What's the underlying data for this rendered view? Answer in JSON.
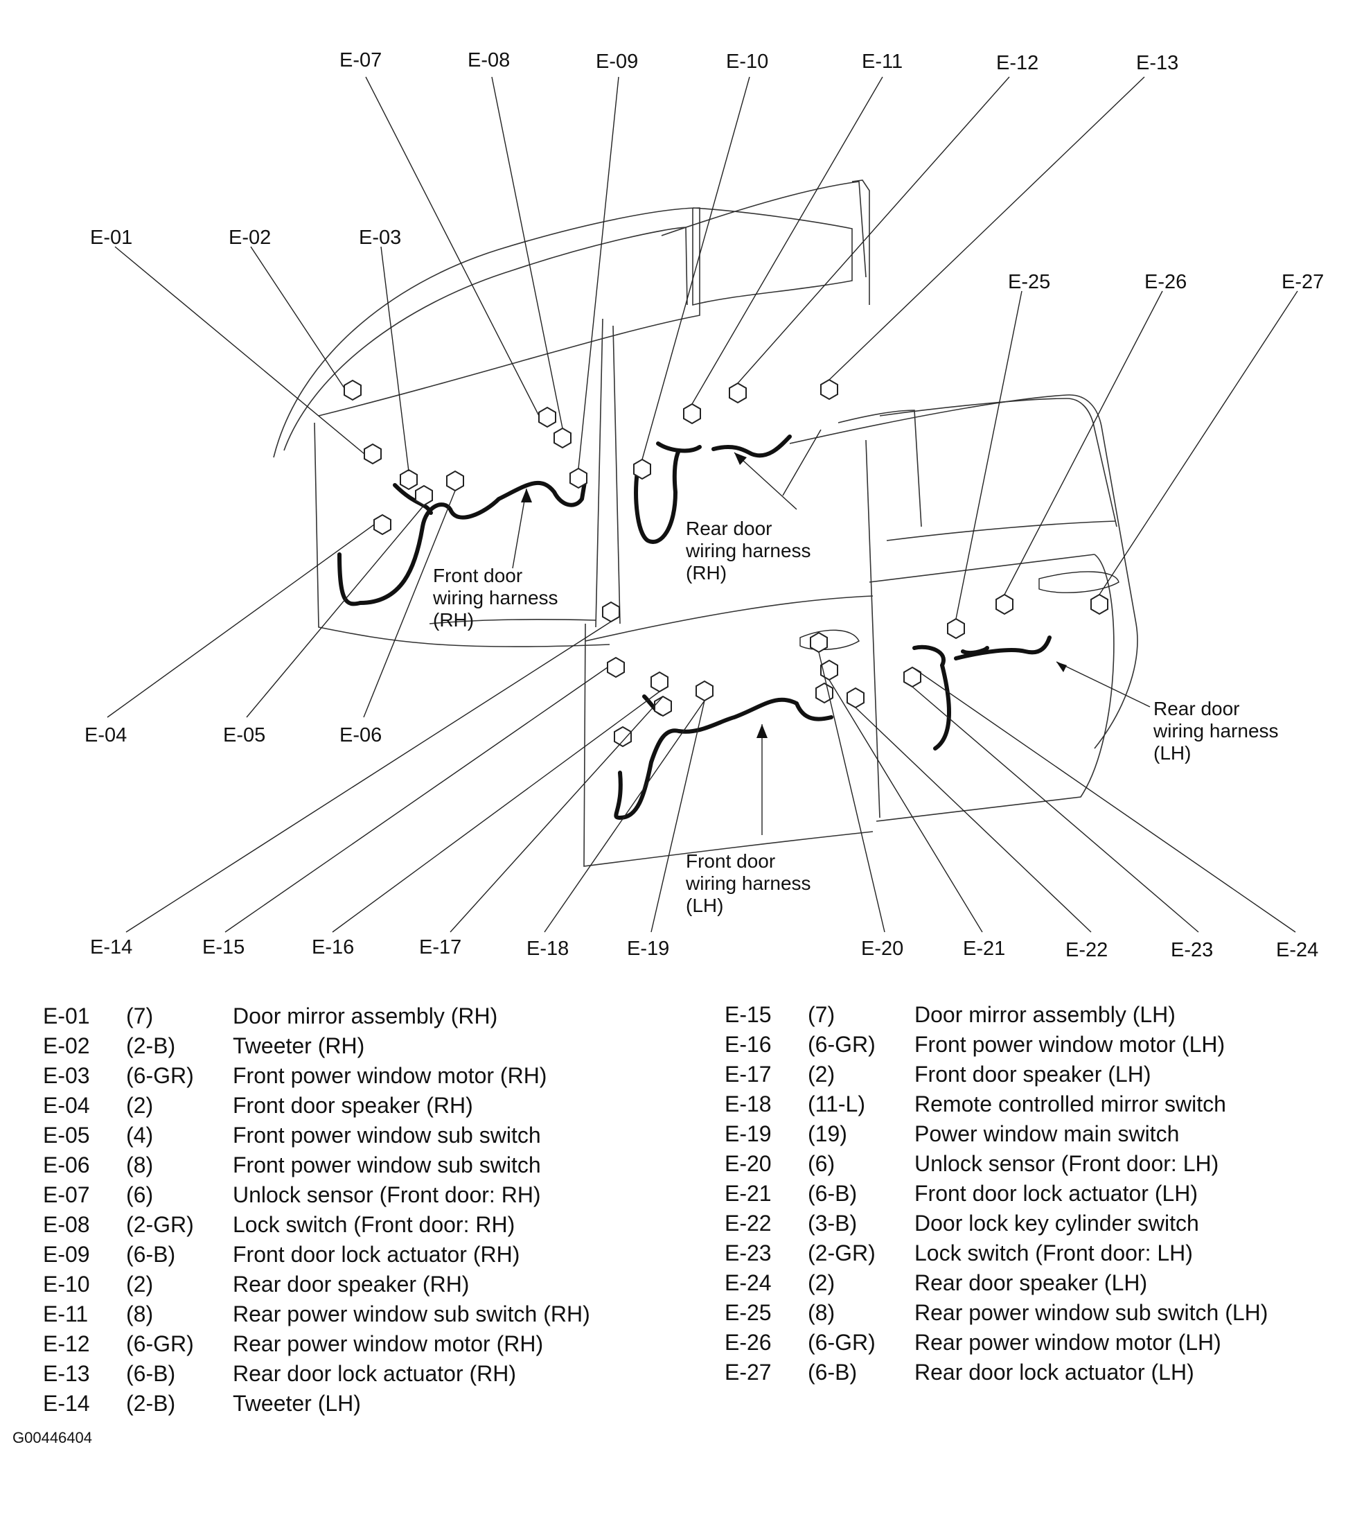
{
  "diagram": {
    "callouts": {
      "e01": "E-01",
      "e02": "E-02",
      "e03": "E-03",
      "e04": "E-04",
      "e05": "E-05",
      "e06": "E-06",
      "e07": "E-07",
      "e08": "E-08",
      "e09": "E-09",
      "e10": "E-10",
      "e11": "E-11",
      "e12": "E-12",
      "e13": "E-13",
      "e14": "E-14",
      "e15": "E-15",
      "e16": "E-16",
      "e17": "E-17",
      "e18": "E-18",
      "e19": "E-19",
      "e20": "E-20",
      "e21": "E-21",
      "e22": "E-22",
      "e23": "E-23",
      "e24": "E-24",
      "e25": "E-25",
      "e26": "E-26",
      "e27": "E-27"
    },
    "harness_labels": {
      "front_rh": [
        "Front door",
        "wiring harness",
        "(RH)"
      ],
      "rear_rh": [
        "Rear door",
        "wiring harness",
        "(RH)"
      ],
      "front_lh": [
        "Front door",
        "wiring harness",
        "(LH)"
      ],
      "rear_lh": [
        "Rear door",
        "wiring harness",
        "(LH)"
      ]
    }
  },
  "legend": {
    "left": [
      {
        "code": "E-01",
        "pins": "(7)",
        "desc": "Door mirror assembly (RH)"
      },
      {
        "code": "E-02",
        "pins": "(2-B)",
        "desc": "Tweeter (RH)"
      },
      {
        "code": "E-03",
        "pins": "(6-GR)",
        "desc": "Front power window motor (RH)"
      },
      {
        "code": "E-04",
        "pins": "(2)",
        "desc": "Front door speaker (RH)"
      },
      {
        "code": "E-05",
        "pins": "(4)",
        "desc": "Front power window sub switch"
      },
      {
        "code": "E-06",
        "pins": "(8)",
        "desc": "Front power window sub switch"
      },
      {
        "code": "E-07",
        "pins": "(6)",
        "desc": "Unlock sensor (Front door: RH)"
      },
      {
        "code": "E-08",
        "pins": "(2-GR)",
        "desc": "Lock switch (Front door: RH)"
      },
      {
        "code": "E-09",
        "pins": "(6-B)",
        "desc": "Front door lock actuator (RH)"
      },
      {
        "code": "E-10",
        "pins": "(2)",
        "desc": "Rear door speaker (RH)"
      },
      {
        "code": "E-11",
        "pins": "(8)",
        "desc": "Rear power window sub switch (RH)"
      },
      {
        "code": "E-12",
        "pins": "(6-GR)",
        "desc": "Rear power window motor (RH)"
      },
      {
        "code": "E-13",
        "pins": "(6-B)",
        "desc": "Rear door lock actuator (RH)"
      },
      {
        "code": "E-14",
        "pins": "(2-B)",
        "desc": "Tweeter (LH)"
      }
    ],
    "right": [
      {
        "code": "E-15",
        "pins": "(7)",
        "desc": "Door mirror assembly (LH)"
      },
      {
        "code": "E-16",
        "pins": "(6-GR)",
        "desc": "Front power window motor (LH)"
      },
      {
        "code": "E-17",
        "pins": "(2)",
        "desc": "Front door speaker (LH)"
      },
      {
        "code": "E-18",
        "pins": "(11-L)",
        "desc": "Remote controlled mirror switch"
      },
      {
        "code": "E-19",
        "pins": "(19)",
        "desc": "Power window main switch"
      },
      {
        "code": "E-20",
        "pins": "(6)",
        "desc": "Unlock sensor (Front door: LH)"
      },
      {
        "code": "E-21",
        "pins": "(6-B)",
        "desc": "Front door lock actuator (LH)"
      },
      {
        "code": "E-22",
        "pins": "(3-B)",
        "desc": "Door lock key cylinder switch"
      },
      {
        "code": "E-23",
        "pins": "(2-GR)",
        "desc": "Lock switch (Front door: LH)"
      },
      {
        "code": "E-24",
        "pins": "(2)",
        "desc": "Rear door speaker (LH)"
      },
      {
        "code": "E-25",
        "pins": "(8)",
        "desc": "Rear power window sub switch (LH)"
      },
      {
        "code": "E-26",
        "pins": "(6-GR)",
        "desc": "Rear power window motor (LH)"
      },
      {
        "code": "E-27",
        "pins": "(6-B)",
        "desc": "Rear door lock actuator (LH)"
      }
    ]
  },
  "figure_id": "G00446404"
}
